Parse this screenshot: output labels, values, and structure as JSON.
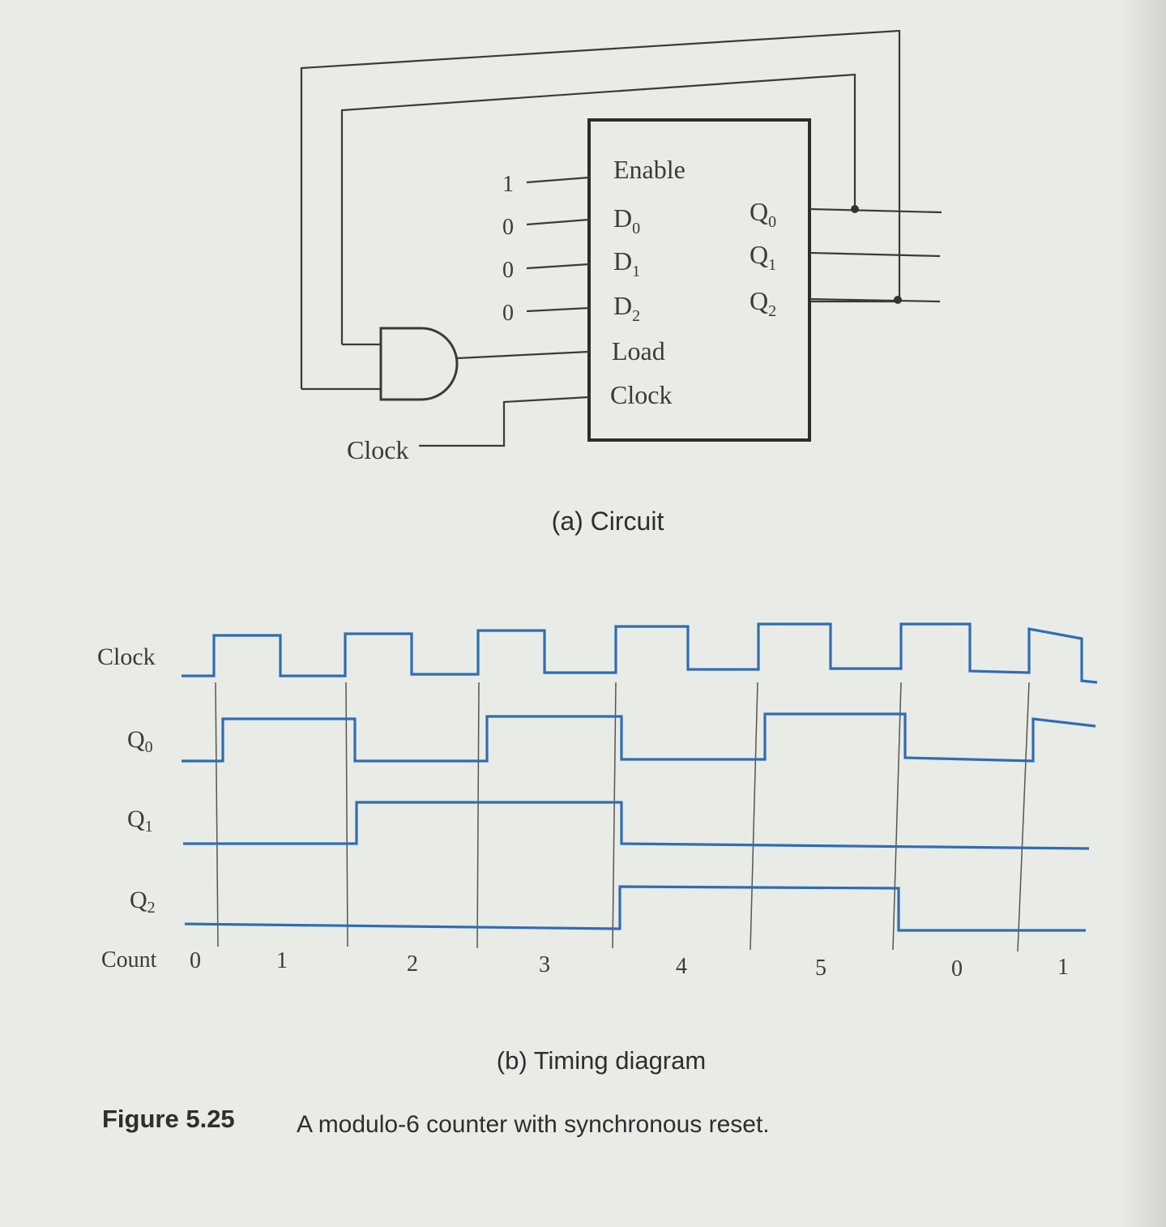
{
  "circuit": {
    "block_labels": {
      "enable": "Enable",
      "d0_main": "D",
      "d0_sub": "0",
      "d1_main": "D",
      "d1_sub": "1",
      "d2_main": "D",
      "d2_sub": "2",
      "load": "Load",
      "clock": "Clock",
      "q0_main": "Q",
      "q0_sub": "0",
      "q1_main": "Q",
      "q1_sub": "1",
      "q2_main": "Q",
      "q2_sub": "2"
    },
    "input_values": [
      "1",
      "0",
      "0",
      "0"
    ],
    "clock_input_label": "Clock",
    "caption": "(a) Circuit"
  },
  "timing": {
    "signal_labels": {
      "clock": "Clock",
      "q0_main": "Q",
      "q0_sub": "0",
      "q1_main": "Q",
      "q1_sub": "1",
      "q2_main": "Q",
      "q2_sub": "2"
    },
    "count_label": "Count",
    "count_values": [
      "0",
      "1",
      "2",
      "3",
      "4",
      "5",
      "0",
      "1"
    ],
    "caption": "(b) Timing diagram",
    "colors": {
      "waveform": "#2f6db3"
    }
  },
  "figure": {
    "number": "Figure 5.25",
    "caption": "A modulo-6 counter with synchronous reset."
  }
}
